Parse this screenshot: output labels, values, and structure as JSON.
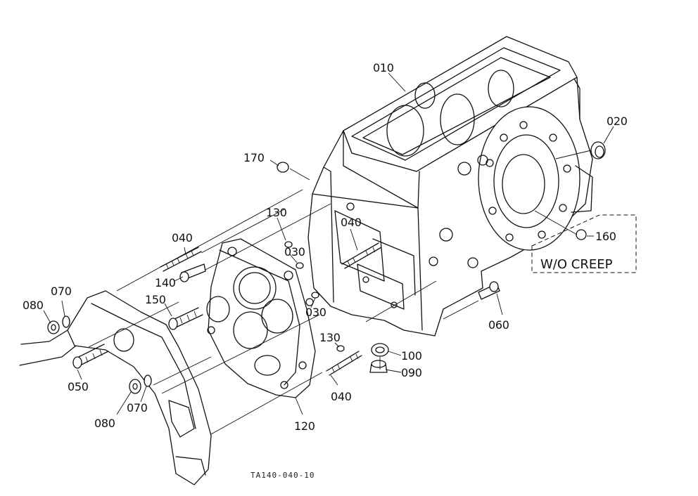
{
  "drawing_code": "TA140-040-10",
  "note_box": "W/O CREEP",
  "callouts": [
    {
      "id": "c010",
      "text": "010"
    },
    {
      "id": "c020",
      "text": "020"
    },
    {
      "id": "c170",
      "text": "170"
    },
    {
      "id": "c160",
      "text": "160"
    },
    {
      "id": "c130a",
      "text": "130"
    },
    {
      "id": "c040a",
      "text": "040"
    },
    {
      "id": "c040b",
      "text": "040"
    },
    {
      "id": "c030a",
      "text": "030"
    },
    {
      "id": "c030b",
      "text": "030"
    },
    {
      "id": "c140",
      "text": "140"
    },
    {
      "id": "c070a",
      "text": "070"
    },
    {
      "id": "c080a",
      "text": "080"
    },
    {
      "id": "c150",
      "text": "150"
    },
    {
      "id": "c060",
      "text": "060"
    },
    {
      "id": "c130b",
      "text": "130"
    },
    {
      "id": "c100",
      "text": "100"
    },
    {
      "id": "c090",
      "text": "090"
    },
    {
      "id": "c050",
      "text": "050"
    },
    {
      "id": "c040c",
      "text": "040"
    },
    {
      "id": "c080b",
      "text": "080"
    },
    {
      "id": "c070b",
      "text": "070"
    },
    {
      "id": "c120",
      "text": "120"
    }
  ]
}
